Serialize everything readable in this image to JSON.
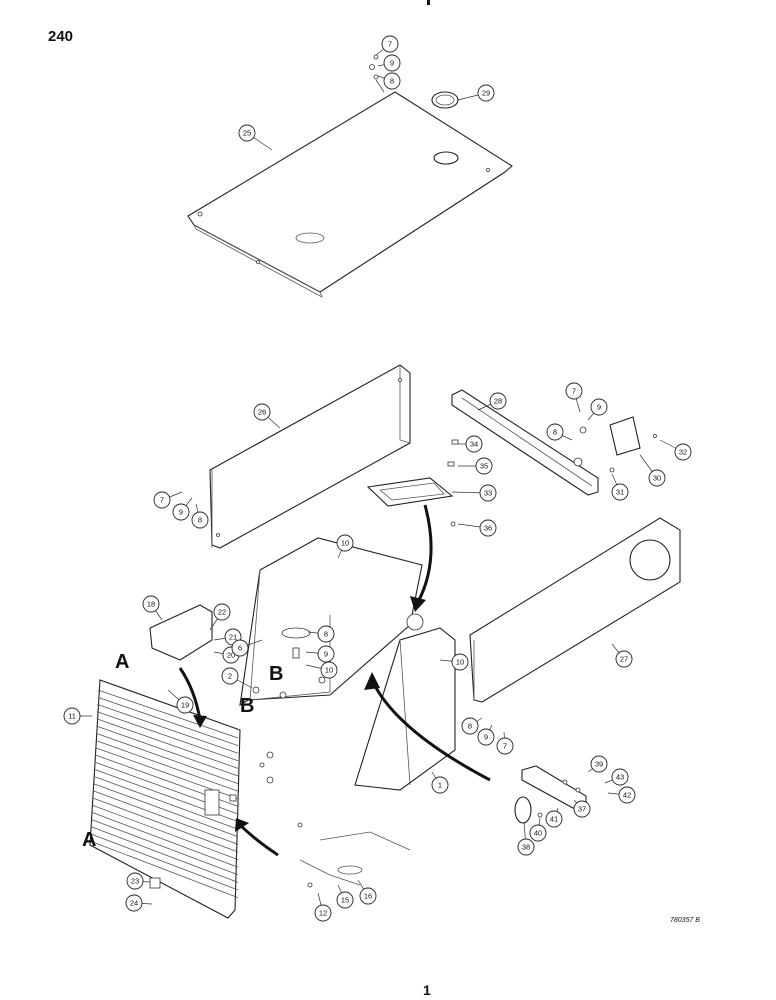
{
  "page_number": "240",
  "figure_code": "780357 B",
  "bottom_mark": "1",
  "view_letters": [
    "A",
    "B",
    "B",
    "A"
  ],
  "callouts": [
    "7",
    "9",
    "8",
    "29",
    "25",
    "26",
    "28",
    "7",
    "9",
    "8",
    "32",
    "34",
    "35",
    "30",
    "31",
    "33",
    "7",
    "9",
    "8",
    "36",
    "10",
    "18",
    "22",
    "21",
    "20",
    "6",
    "8",
    "9",
    "10",
    "10",
    "27",
    "2",
    "19",
    "11",
    "8",
    "9",
    "7",
    "1",
    "39",
    "43",
    "42",
    "37",
    "41",
    "40",
    "38",
    "23",
    "24",
    "15",
    "16",
    "12"
  ]
}
